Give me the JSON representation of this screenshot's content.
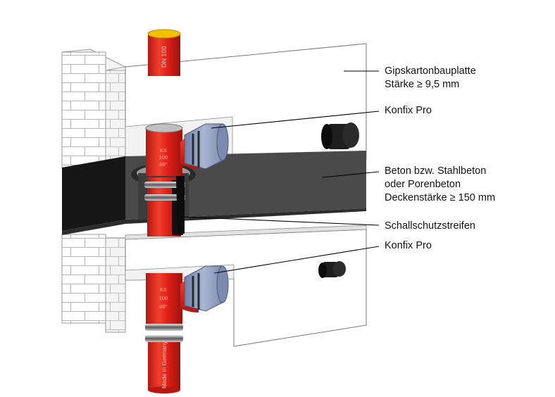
{
  "colors": {
    "pipe": "#e0201a",
    "pipe_light": "#f0503a",
    "pipe_dark": "#a01510",
    "pipe_inner": "#f2c200",
    "concrete": "#454545",
    "concrete_dark": "#141414",
    "board": "#ffffff",
    "coupling": "#8f9dbf",
    "brick_line": "#b5b5b5"
  },
  "pipe_print": {
    "top": "DN 100",
    "bottom": "Made in Germany",
    "fitting_lines": [
      "KX",
      "100",
      "88°"
    ]
  },
  "labels": [
    {
      "id": "gipskarton",
      "lines": [
        "Gipskartonbauplatte",
        "Stärke ≥ 9,5 mm"
      ]
    },
    {
      "id": "konfix-top",
      "lines": [
        "Konfix Pro"
      ]
    },
    {
      "id": "beton",
      "lines": [
        "Beton bzw. Stahlbeton",
        "oder Porenbeton",
        "Deckenstärke ≥ 150 mm"
      ]
    },
    {
      "id": "schallschutz",
      "lines": [
        "Schallschutzstreifen"
      ]
    },
    {
      "id": "konfix-bottom",
      "lines": [
        "Konfix Pro"
      ]
    }
  ]
}
